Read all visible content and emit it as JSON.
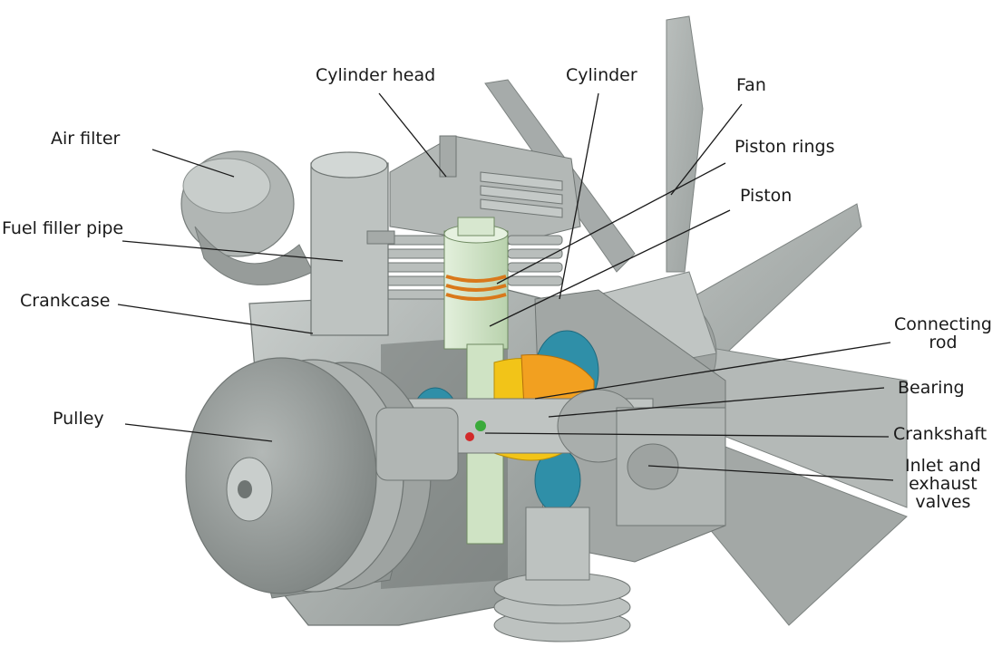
{
  "colors": {
    "body": "#a9aeac",
    "body_light": "#c5cac8",
    "body_dark": "#7e8482",
    "piston": "#cfe3c4",
    "rings": "#e08a2a",
    "bearing": "#2f8fa8",
    "conrod_yellow": "#f2c418",
    "conrod_orange": "#f2a020",
    "leader": "#1a1a1a"
  },
  "labels": {
    "air_filter": "Air filter",
    "fuel_filler_pipe": "Fuel filler pipe",
    "crankcase": "Crankcase",
    "pulley": "Pulley",
    "cylinder_head": "Cylinder head",
    "cylinder": "Cylinder",
    "fan": "Fan",
    "piston_rings": "Piston rings",
    "piston": "Piston",
    "connecting_rod_1": "Connecting",
    "connecting_rod_2": "rod",
    "bearing": "Bearing",
    "crankshaft": "Crankshaft",
    "valves_1": "Inlet and",
    "valves_2": "exhaust",
    "valves_3": "valves"
  }
}
